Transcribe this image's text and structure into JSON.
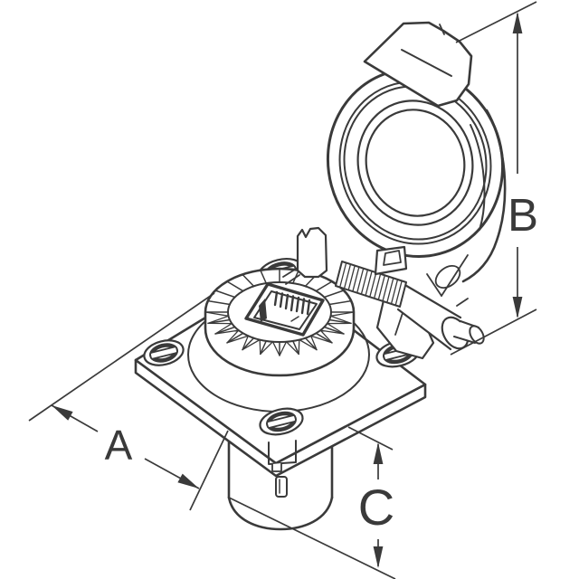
{
  "image": {
    "kind": "technical-line-drawing",
    "subject": "Isometric line drawing of a panel-mount sealed modular-jack (RJ45) connector with spring-loaded hinged protective cap shown open, square mounting flange with four slotted screw holes, knurled locking ring and rear mounting barrel",
    "visible_text": [
      "A",
      "B",
      "C"
    ]
  },
  "colors": {
    "line": "#3a3a3a",
    "background": "#ffffff"
  },
  "drawing": {
    "parts": [
      "protective-cap",
      "cap-pull-tab",
      "cap-hinge-arm",
      "hinge-spring",
      "hinge-pin",
      "hinge-bracket",
      "mounting-flange",
      "screw-hole",
      "knurled-locking-ring",
      "jack-opening",
      "rear-barrel",
      "keying-slot"
    ]
  },
  "dimensions": {
    "a": {
      "label": "A",
      "measures": "flange width"
    },
    "b": {
      "label": "B",
      "measures": "overall height with cap open"
    },
    "c": {
      "label": "C",
      "measures": "barrel depth below flange"
    }
  }
}
